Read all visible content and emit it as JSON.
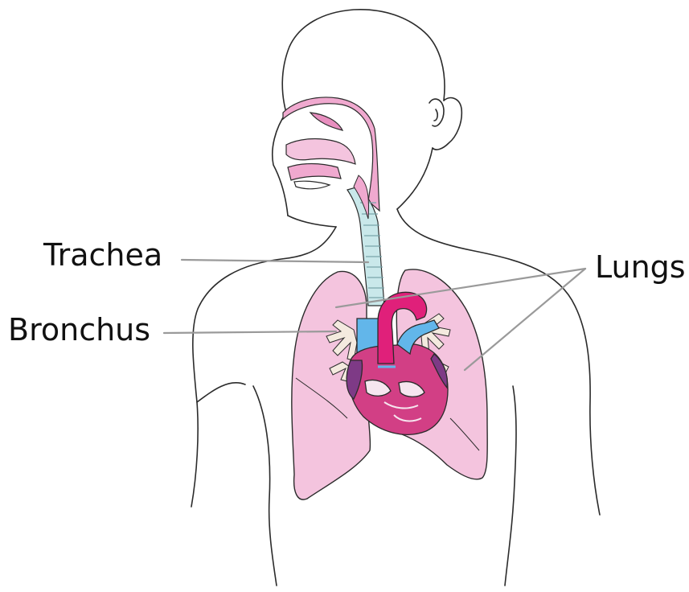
{
  "labels": {
    "trachea": "Trachea",
    "bronchus": "Bronchus",
    "lungs": "Lungs"
  },
  "colors": {
    "lung": "#f4c4de",
    "airway": "#f0a9cf",
    "trachea_rings": "#c9e8ea",
    "aorta": "#e0207a",
    "vena": "#62b6ea",
    "heart_muscle": "#d23f85",
    "heart_dark": "#7e3a86",
    "bronchial_tree": "#f4eadf",
    "outline": "#2b2b2b"
  }
}
